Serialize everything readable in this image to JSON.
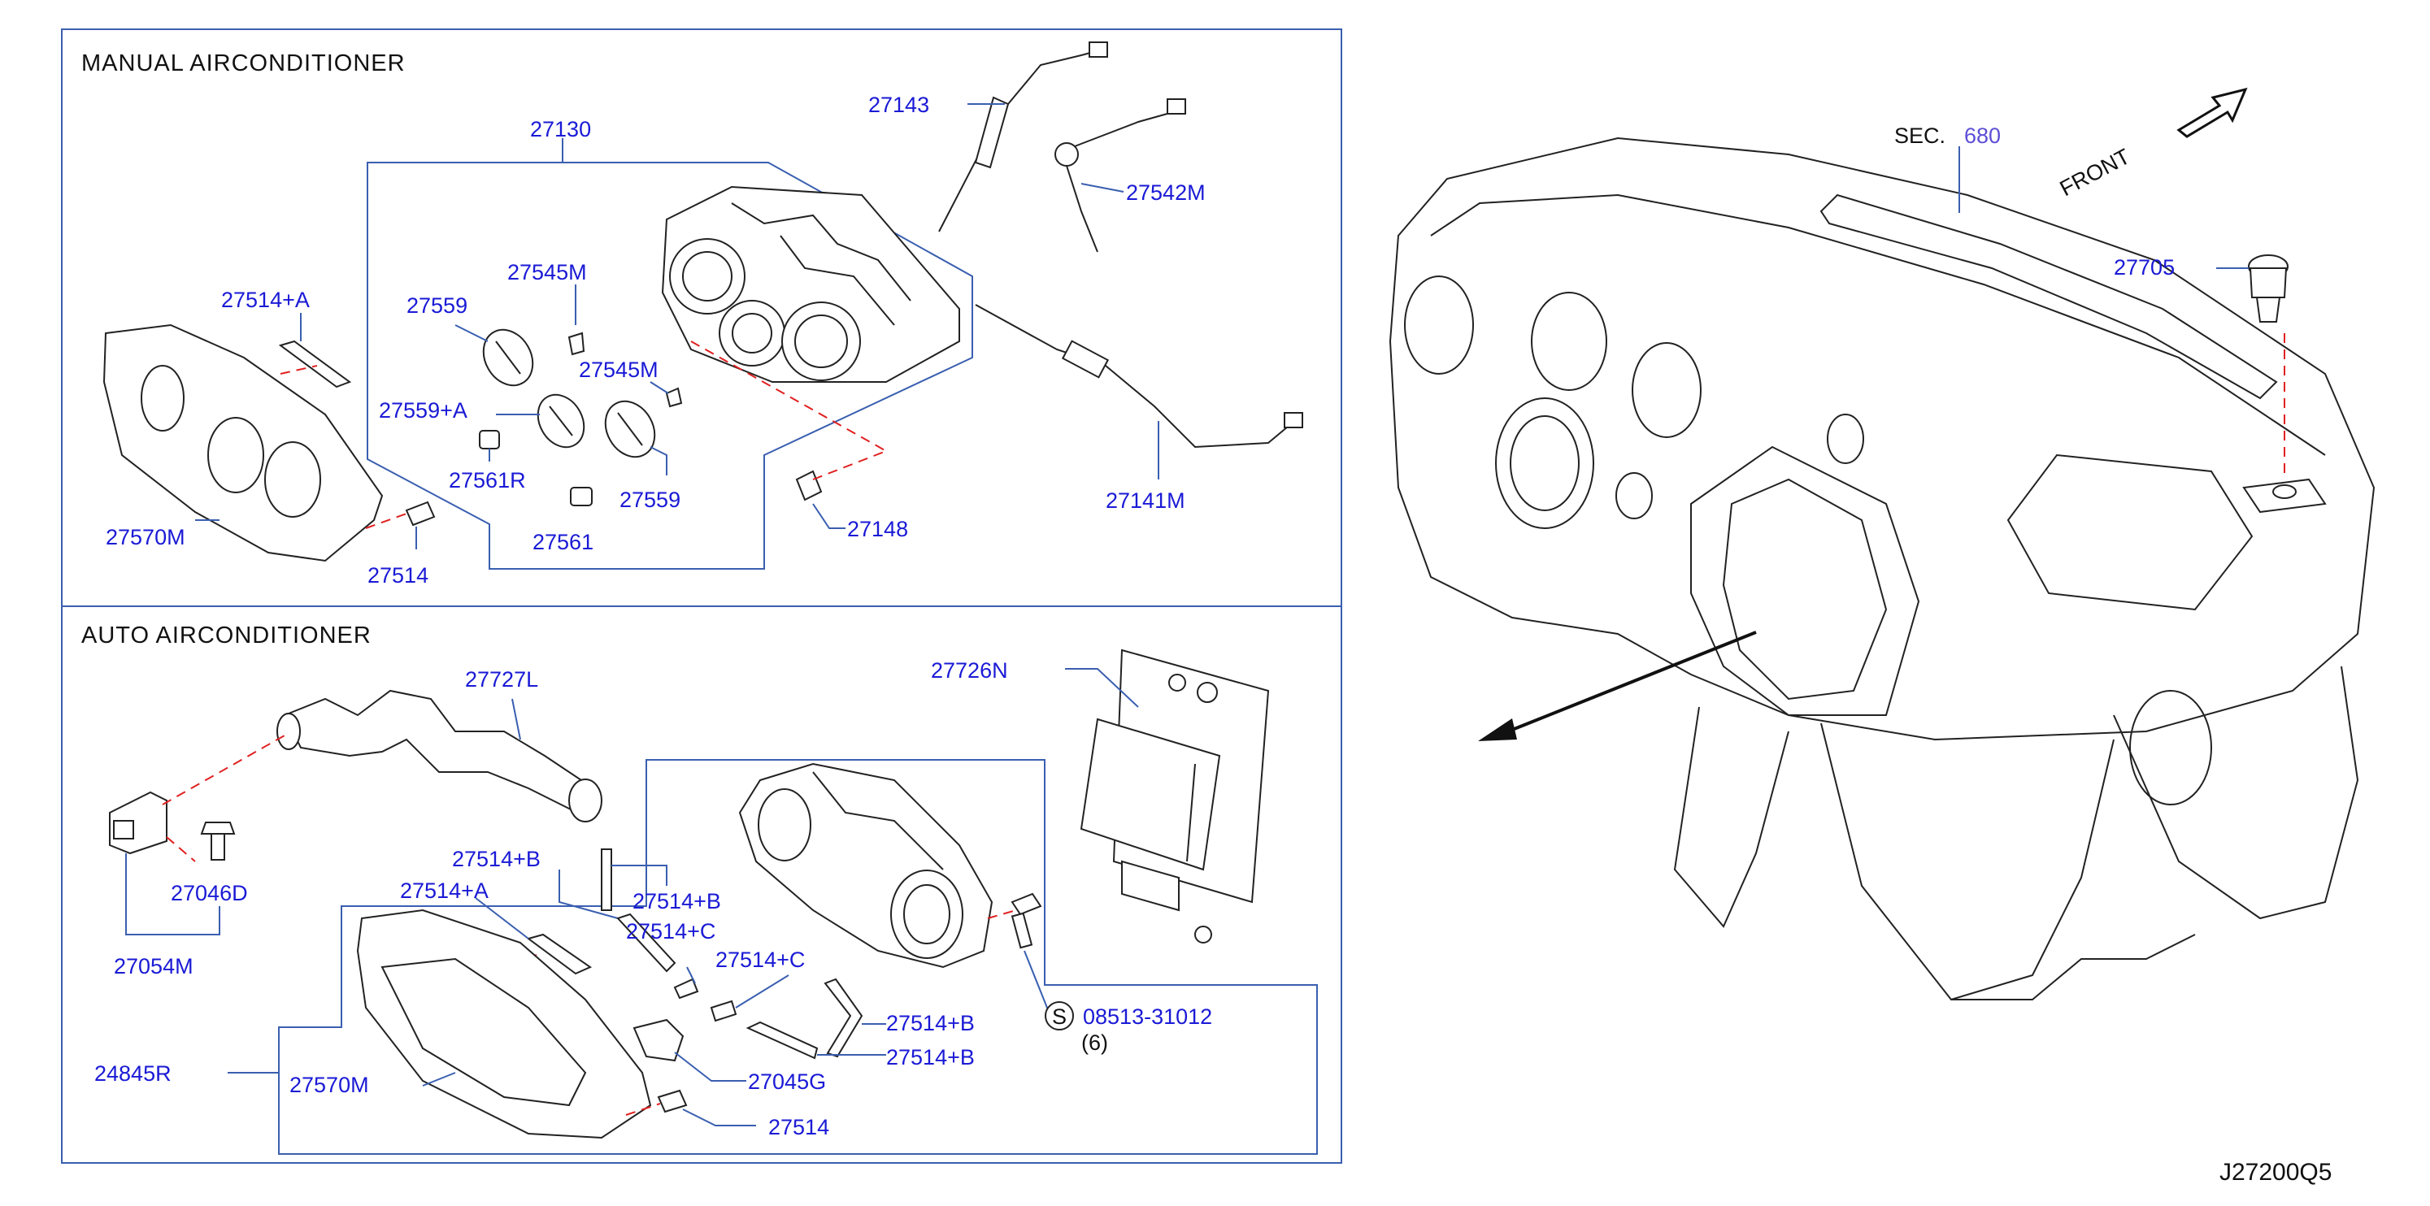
{
  "sections": {
    "manual_title": "MANUAL   AIRCONDITIONER",
    "auto_title": "AUTO   AIRCONDITIONER"
  },
  "manual_parts": {
    "p27143": "27143",
    "p27130": "27130",
    "p27542M": "27542M",
    "p27514A": "27514+A",
    "p27545M_1": "27545M",
    "p27559_1": "27559",
    "p27545M_2": "27545M",
    "p27559A": "27559+A",
    "p27561R": "27561R",
    "p27559_2": "27559",
    "p27561": "27561",
    "p27570M": "27570M",
    "p27514": "27514",
    "p27148": "27148",
    "p27141M": "27141M"
  },
  "auto_parts": {
    "p27727L": "27727L",
    "p27726N": "27726N",
    "p27046D": "27046D",
    "p27054M": "27054M",
    "p27514B_1": "27514+B",
    "p27514A": "27514+A",
    "p27514B_2": "27514+B",
    "p27514C_1": "27514+C",
    "p27514C_2": "27514+C",
    "p27514B_3": "27514+B",
    "p27514B_4": "27514+B",
    "screw_symbol": "S",
    "screw_part": "08513-31012",
    "screw_qty": "(6)",
    "p24845R": "24845R",
    "p27570M": "27570M",
    "p27045G": "27045G",
    "p27514": "27514"
  },
  "dashboard": {
    "sec_label": "SEC.",
    "sec_number": "680",
    "front_label": "FRONT",
    "p27705": "27705"
  },
  "diagram_code": "J27200Q5"
}
